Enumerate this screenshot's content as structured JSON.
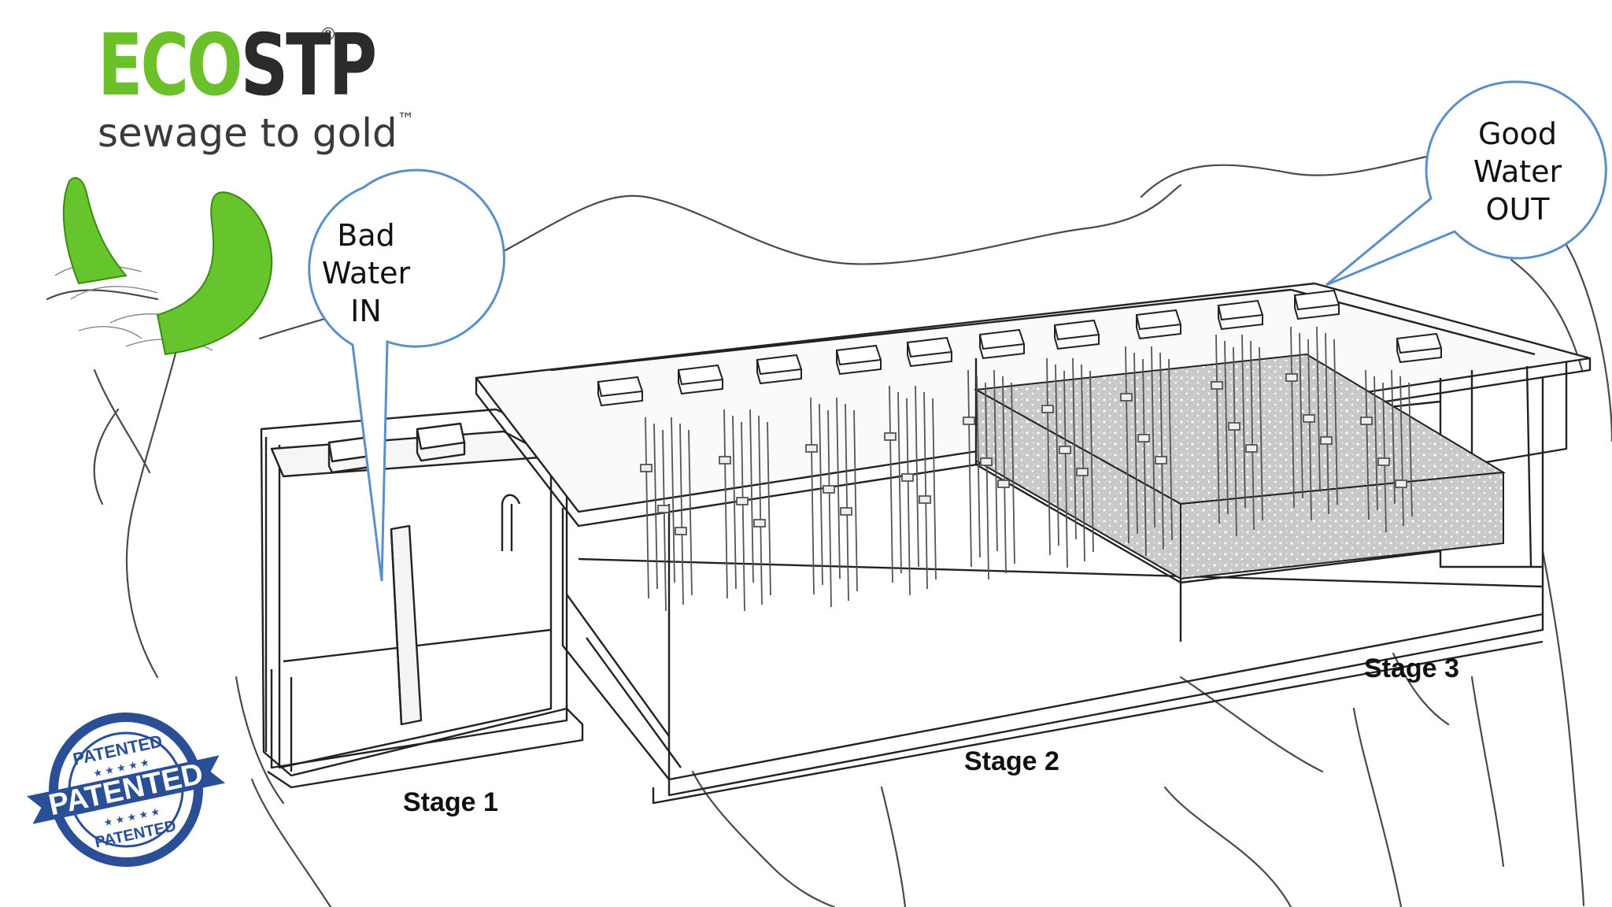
{
  "brand": {
    "name_part1": "ECO",
    "name_part2": "STP",
    "registered": "®",
    "tagline": "sewage to gold",
    "trademark": "™",
    "brand_green": "#6cc12a",
    "brand_dark": "#2b2b2b"
  },
  "callouts": {
    "inlet": {
      "line1": "Bad",
      "line2": "Water",
      "line3": "IN"
    },
    "outlet": {
      "line1": "Good",
      "line2": "Water",
      "line3": "OUT"
    },
    "bubble_color": "#5b8fc9"
  },
  "stages": {
    "stage1": "Stage 1",
    "stage2": "Stage 2",
    "stage3": "Stage 3"
  },
  "stamp": {
    "text": "PATENTED",
    "color": "#2a4f96"
  }
}
